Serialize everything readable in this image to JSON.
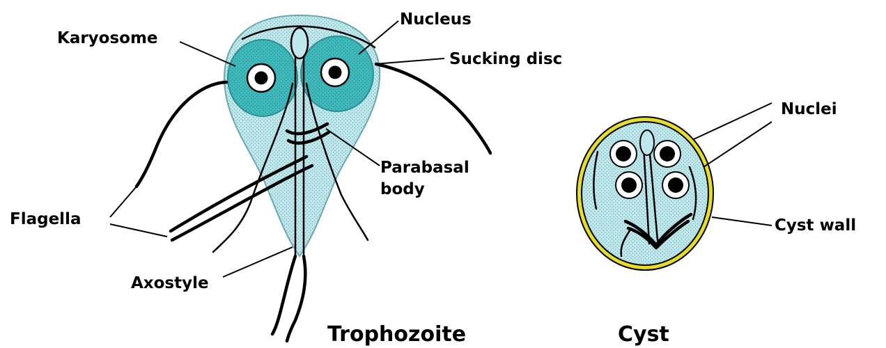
{
  "trophozoite": {
    "caption": "Trophozoite",
    "labels": {
      "nucleus": "Nucleus",
      "karyosome": "Karyosome",
      "sucking_disc": "Sucking disc",
      "parabasal_line1": "Parabasal",
      "parabasal_line2": "body",
      "flagella": "Flagella",
      "axostyle": "Axostyle"
    }
  },
  "cyst": {
    "caption": "Cyst",
    "labels": {
      "nuclei": "Nuclei",
      "cyst_wall": "Cyst wall"
    }
  },
  "colors": {
    "body_fill": "#bfe8ec",
    "disc_fill": "#3fb9bb",
    "wall": "#e6dc2a",
    "outline": "#000000"
  }
}
